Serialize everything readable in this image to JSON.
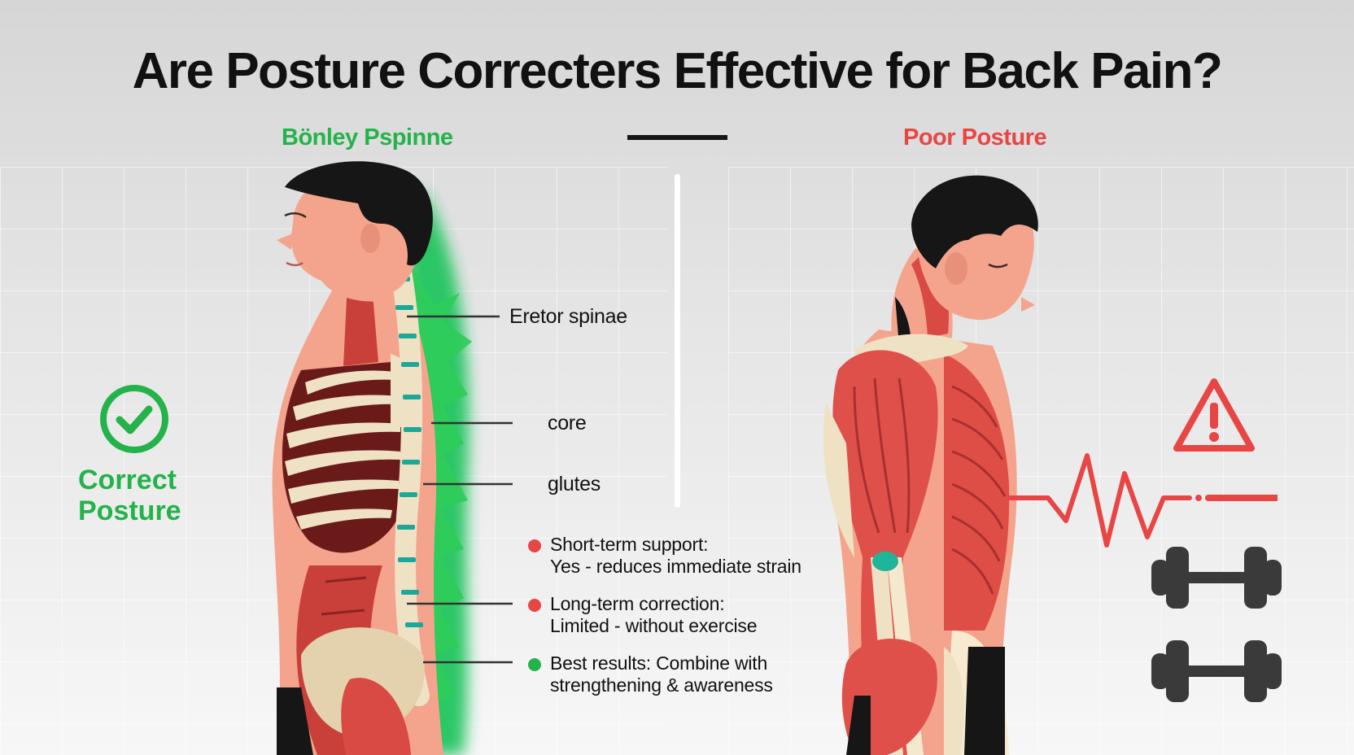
{
  "title": "Are Posture Correcters Effective for Back Pain?",
  "left_panel": {
    "heading": "Bönley Pspinne",
    "badge": {
      "icon": "check-circle-icon",
      "line1": "Correct",
      "line2": "Posture"
    },
    "callouts": [
      "Eretor spinae",
      "core",
      "glutes"
    ]
  },
  "right_panel": {
    "heading": "Poor Posture",
    "icons": [
      "warning-triangle-icon",
      "pulse-line-icon",
      "dumbbell-icon",
      "dumbbell-icon"
    ]
  },
  "notes": [
    {
      "line1": "Short-term support:",
      "line2": "Yes - reduces immediate strain",
      "status": "red"
    },
    {
      "line1": "Long-term correction:",
      "line2": "Limited - without exercise",
      "status": "red"
    },
    {
      "line1": "Best results: Combine with",
      "line2": "strengthening & awareness",
      "status": "green"
    }
  ],
  "colors": {
    "good": "#23b34a",
    "bad": "#e84545",
    "muscle": "#e0504a",
    "skin": "#f4a48c",
    "bone": "#efe2c4",
    "hair": "#161616"
  }
}
